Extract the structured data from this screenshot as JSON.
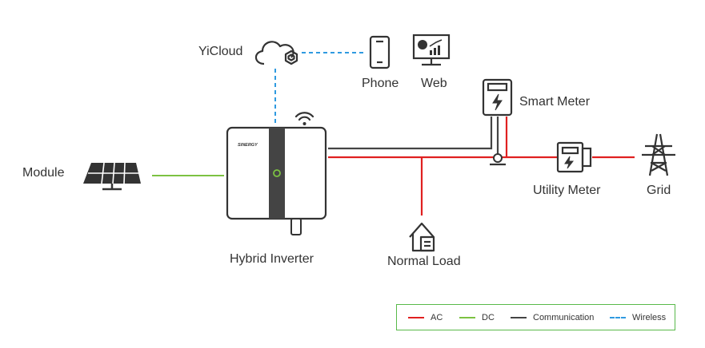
{
  "colors": {
    "ac": "#e02020",
    "dc": "#7cc242",
    "communication": "#444444",
    "wireless": "#2f9ae0",
    "legend_border": "#59b94a"
  },
  "nodes": {
    "yicloud": "YiCloud",
    "phone": "Phone",
    "web": "Web",
    "smart_meter": "Smart Meter",
    "module": "Module",
    "utility_meter": "Utility Meter",
    "grid": "Grid",
    "hybrid_inverter": "Hybrid Inverter",
    "normal_load": "Normal Load",
    "inverter_brand": "SINERGY"
  },
  "legend": {
    "ac": "AC",
    "dc": "DC",
    "communication": "Communication",
    "wireless": "Wireless"
  },
  "icons": [
    "cloud-icon",
    "phone-icon",
    "monitor-chart-icon",
    "smart-meter-icon",
    "wifi-icon",
    "solar-panel-icon",
    "inverter-icon",
    "ct-clamp-icon",
    "utility-meter-icon",
    "transmission-tower-icon",
    "house-icon"
  ]
}
